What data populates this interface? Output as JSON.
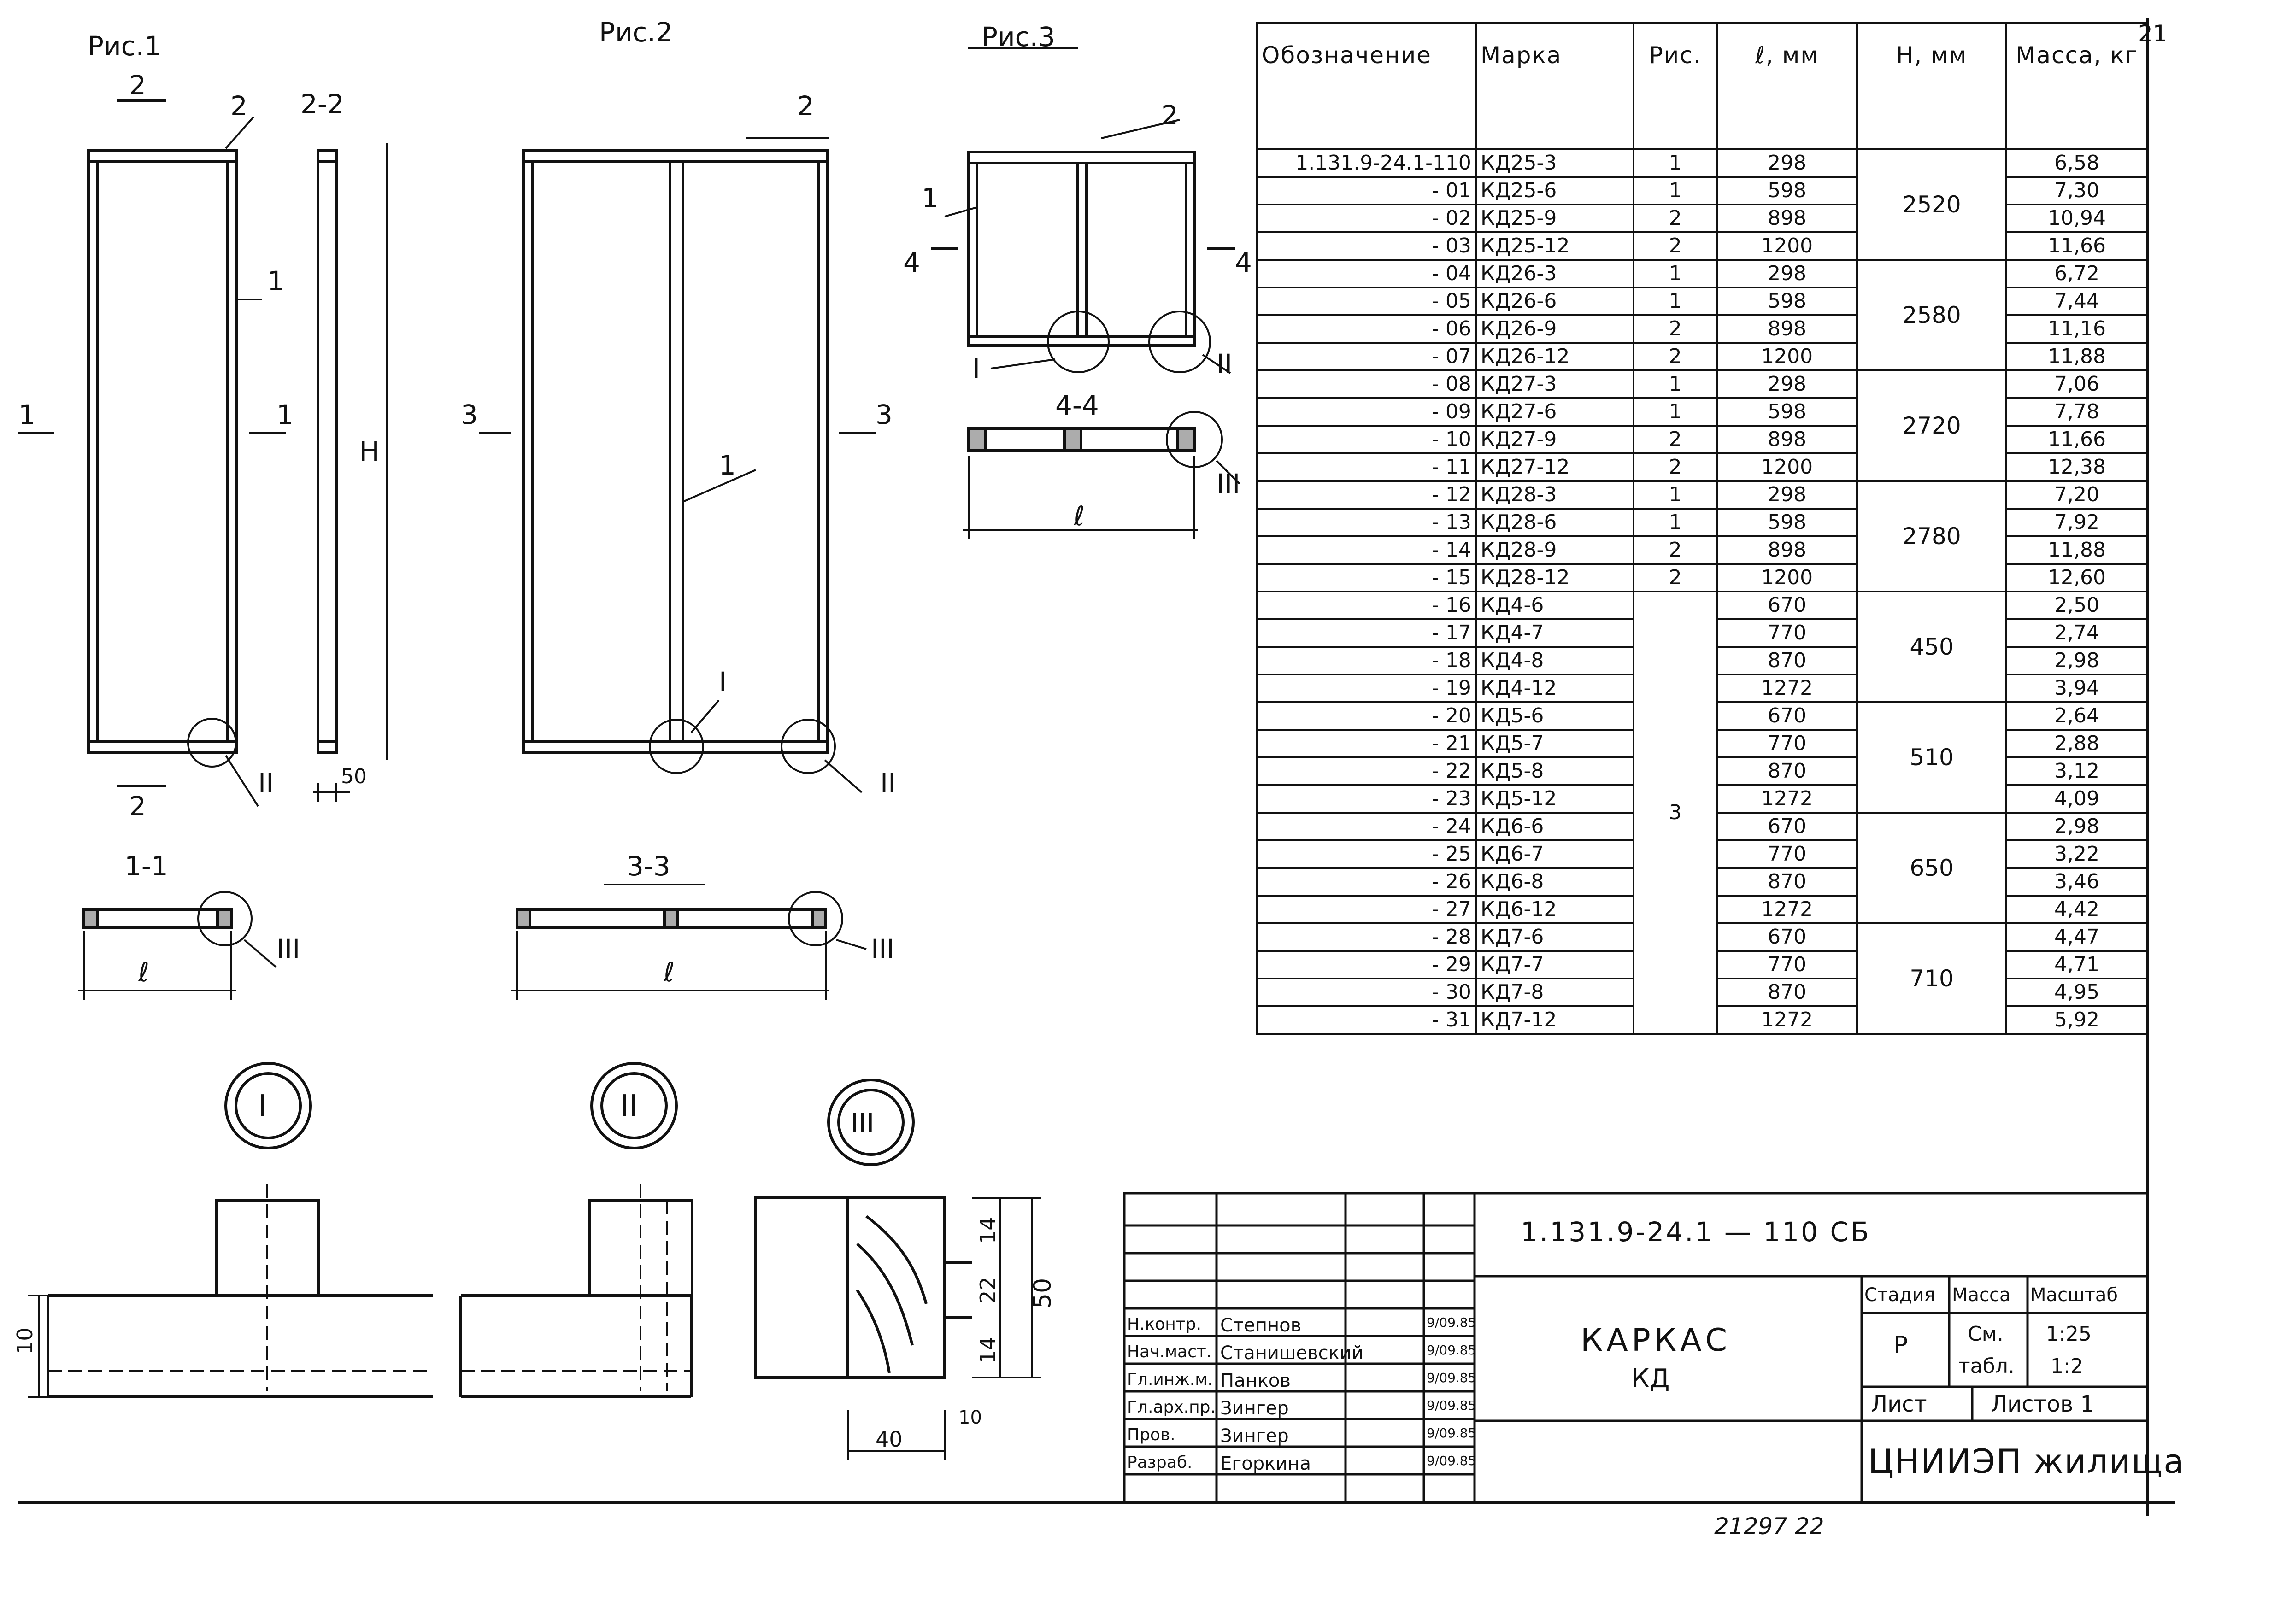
{
  "figure_titles": {
    "fig1": "Рис.1",
    "fig2": "Рис.2",
    "fig3": "Рис.3"
  },
  "section_labels": {
    "s22": "2-2",
    "s11": "1-1",
    "s33": "3-3",
    "s44": "4-4"
  },
  "callouts": {
    "pos1": "1",
    "pos2": "2",
    "cut1": "1",
    "cut2": "2",
    "cut3": "3",
    "cut4": "4",
    "node1": "I",
    "node2": "II",
    "node3": "III",
    "dim_h": "H",
    "dim_l": "ℓ",
    "dim_50": "50",
    "dim_10": "10",
    "dim_14a": "14",
    "dim_22": "22",
    "dim_14b": "14",
    "dim_40": "40",
    "dim_10b": "10"
  },
  "spec_table": {
    "headers": [
      "Обозначение",
      "Марка",
      "Рис.",
      "ℓ, мм",
      "H, мм",
      "Масса, кг"
    ],
    "rows": [
      [
        "1.131.9-24.1-110",
        "КД25-3",
        "1",
        "298",
        "6,58"
      ],
      [
        "- 01",
        "КД25-6",
        "1",
        "598",
        "7,30"
      ],
      [
        "- 02",
        "КД25-9",
        "2",
        "898",
        "10,94"
      ],
      [
        "- 03",
        "КД25-12",
        "2",
        "1200",
        "11,66"
      ],
      [
        "- 04",
        "КД26-3",
        "1",
        "298",
        "6,72"
      ],
      [
        "- 05",
        "КД26-6",
        "1",
        "598",
        "7,44"
      ],
      [
        "- 06",
        "КД26-9",
        "2",
        "898",
        "11,16"
      ],
      [
        "- 07",
        "КД26-12",
        "2",
        "1200",
        "11,88"
      ],
      [
        "- 08",
        "КД27-3",
        "1",
        "298",
        "7,06"
      ],
      [
        "- 09",
        "КД27-6",
        "1",
        "598",
        "7,78"
      ],
      [
        "- 10",
        "КД27-9",
        "2",
        "898",
        "11,66"
      ],
      [
        "- 11",
        "КД27-12",
        "2",
        "1200",
        "12,38"
      ],
      [
        "- 12",
        "КД28-3",
        "1",
        "298",
        "7,20"
      ],
      [
        "- 13",
        "КД28-6",
        "1",
        "598",
        "7,92"
      ],
      [
        "- 14",
        "КД28-9",
        "2",
        "898",
        "11,88"
      ],
      [
        "- 15",
        "КД28-12",
        "2",
        "1200",
        "12,60"
      ],
      [
        "- 16",
        "КД4-6",
        "",
        "670",
        "2,50"
      ],
      [
        "- 17",
        "КД4-7",
        "",
        "770",
        "2,74"
      ],
      [
        "- 18",
        "КД4-8",
        "",
        "870",
        "2,98"
      ],
      [
        "- 19",
        "КД4-12",
        "",
        "1272",
        "3,94"
      ],
      [
        "- 20",
        "КД5-6",
        "",
        "670",
        "2,64"
      ],
      [
        "- 21",
        "КД5-7",
        "",
        "770",
        "2,88"
      ],
      [
        "- 22",
        "КД5-8",
        "",
        "870",
        "3,12"
      ],
      [
        "- 23",
        "КД5-12",
        "",
        "1272",
        "4,09"
      ],
      [
        "- 24",
        "КД6-6",
        "",
        "670",
        "2,98"
      ],
      [
        "- 25",
        "КД6-7",
        "",
        "770",
        "3,22"
      ],
      [
        "- 26",
        "КД6-8",
        "",
        "870",
        "3,46"
      ],
      [
        "- 27",
        "КД6-12",
        "",
        "1272",
        "4,42"
      ],
      [
        "- 28",
        "КД7-6",
        "",
        "670",
        "4,47"
      ],
      [
        "- 29",
        "КД7-7",
        "",
        "770",
        "4,71"
      ],
      [
        "- 30",
        "КД7-8",
        "",
        "870",
        "4,95"
      ],
      [
        "- 31",
        "КД7-12",
        "",
        "1272",
        "5,92"
      ]
    ],
    "h_groups": [
      "2520",
      "2580",
      "2720",
      "2780",
      "450",
      "510",
      "650",
      "710"
    ],
    "fig3_merged": "3"
  },
  "title_block": {
    "doc_code": "1.131.9-24.1 — 110 СБ",
    "title": "КАРКАС",
    "subtitle": "КД",
    "stage_label": "Стадия",
    "mass_label": "Масса",
    "scale_label": "Масштаб",
    "stage": "Р",
    "mass_1": "См.",
    "mass_2": "табл.",
    "scale_1": "1:25",
    "scale_2": "1:2",
    "sheet_label": "Лист",
    "sheets_label": "Листов 1",
    "org": "ЦНИИЭП жилища",
    "staff": [
      {
        "role": "Н.контр.",
        "name": "Степнов",
        "date": "9/09.85"
      },
      {
        "role": "Нач.маст.",
        "name": "Станишевский",
        "date": "9/09.85"
      },
      {
        "role": "Гл.инж.м.",
        "name": "Панков",
        "date": "9/09.85"
      },
      {
        "role": "Гл.арх.пр.",
        "name": "Зингер",
        "date": "9/09.85"
      },
      {
        "role": "Пров.",
        "name": "Зингер",
        "date": "9/09.85"
      },
      {
        "role": "Разраб.",
        "name": "Егоркина",
        "date": "9/09.85"
      }
    ]
  },
  "sheet_number": "21",
  "bottom_note": "21297  22"
}
